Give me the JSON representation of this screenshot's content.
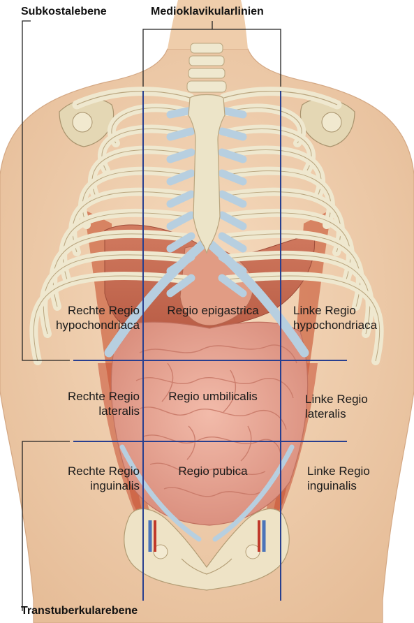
{
  "headers": {
    "subcostal": "Subkostalebene",
    "midclavicular": "Medioklavikularlinien",
    "transtubercular": "Transtuberkularebene"
  },
  "regions": {
    "right_hypochondriac": {
      "line1": "Rechte Regio",
      "line2": "hypochondriaca"
    },
    "epigastric": {
      "line1": "Regio epigastrica"
    },
    "left_hypochondriac": {
      "line1": "Linke Regio",
      "line2": "hypochondriaca"
    },
    "right_lateral": {
      "line1": "Rechte Regio",
      "line2": "lateralis"
    },
    "umbilical": {
      "line1": "Regio umbilicalis"
    },
    "left_lateral": {
      "line1": "Linke Regio",
      "line2": "lateralis"
    },
    "right_inguinal": {
      "line1": "Rechte Regio",
      "line2": "inguinalis"
    },
    "pubic": {
      "line1": "Regio pubica"
    },
    "left_inguinal": {
      "line1": "Linke Regio",
      "line2": "inguinalis"
    }
  },
  "colors": {
    "skin": "#f1d2b2",
    "skin_shade": "#e3b994",
    "bone": "#efe8cf",
    "bone_edge": "#b9a57e",
    "cartilage": "#b7cfe0",
    "muscle": "#d5714f",
    "liver": "#c56a52",
    "stomach": "#e2a088",
    "intestine": "#e8a89a",
    "intestine_edge": "#c3766a",
    "guide_line": "#283f8f",
    "leader_line": "#222222"
  }
}
